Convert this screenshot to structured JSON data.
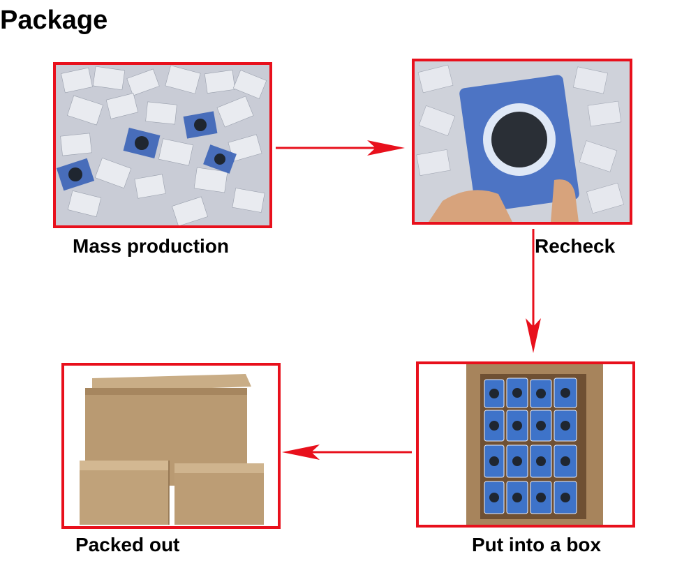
{
  "title": "Package",
  "steps": [
    {
      "label": "Mass production",
      "image": "tags-pile-photo"
    },
    {
      "label": "Recheck",
      "image": "hand-holding-tag-photo"
    },
    {
      "label": "Put into a box",
      "image": "tags-in-box-photo"
    },
    {
      "label": "Packed out",
      "image": "cardboard-boxes-photo"
    }
  ],
  "colors": {
    "frame": "#e8101c",
    "arrow": "#e8101c"
  }
}
